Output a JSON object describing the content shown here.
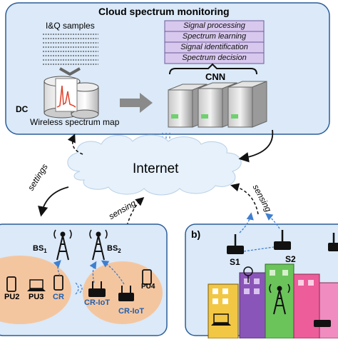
{
  "cloud_panel": {
    "title": "Cloud spectrum monitoring",
    "iq_label": "I&Q samples",
    "dc_label": "DC",
    "map_label": "Wireless spectrum map",
    "cnn_label": "CNN",
    "tasks": [
      "Signal processing",
      "Spectrum learning",
      "Signal identification",
      "Spectrum decision"
    ]
  },
  "internet": {
    "label": "Internet",
    "settings_label": "settings",
    "sensing_label": "sensing"
  },
  "panel_a": {
    "bs1": "BS",
    "bs1_sub": "1",
    "bs2": "BS",
    "bs2_sub": "2",
    "pu2": "PU2",
    "pu3": "PU3",
    "pu4": "PU4",
    "cr": "CR",
    "cr_iot_1": "CR-IoT",
    "cr_iot_2": "CR-IoT",
    "sensing_label": "sensing"
  },
  "panel_b": {
    "label": "b)",
    "s1": "S1",
    "s2": "S2"
  },
  "colors": {
    "panel_fill": "#dbe9f8",
    "panel_stroke": "#2b5d98",
    "task_fill": "#d8c8ee",
    "pu_ellipse": "#f4c6a0",
    "cloud": "#e6f1fb",
    "blue_text": "#1f5fb0"
  }
}
